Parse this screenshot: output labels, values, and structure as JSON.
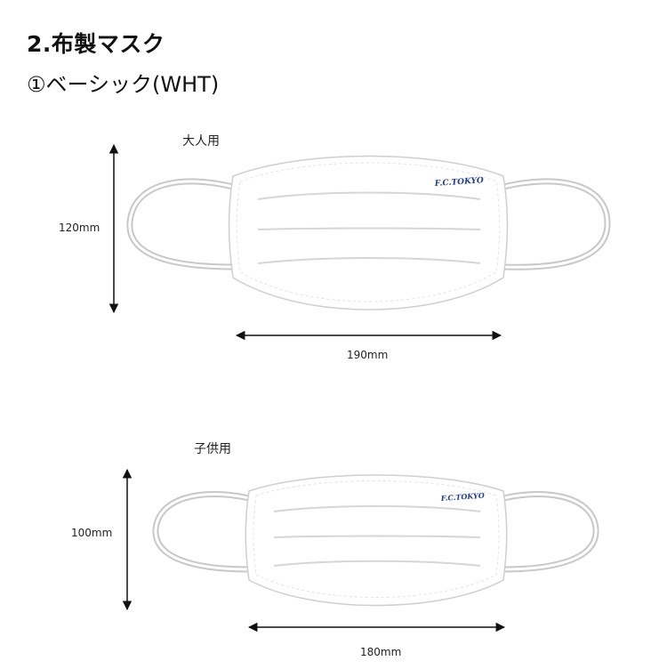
{
  "header": {
    "title": "2.布製マスク",
    "subtitle": "①ベーシック(WHT)"
  },
  "masks": [
    {
      "label": "大人用",
      "height_label": "120mm",
      "width_label": "190mm",
      "brand": "F.C.TOKYO"
    },
    {
      "label": "子供用",
      "height_label": "100mm",
      "width_label": "180mm",
      "brand": "F.C.TOKYO"
    }
  ],
  "colors": {
    "brand": "#1f3a8a",
    "outline": "#cfcfcf",
    "pleat": "#d9d9d9",
    "arrow": "#111111"
  }
}
